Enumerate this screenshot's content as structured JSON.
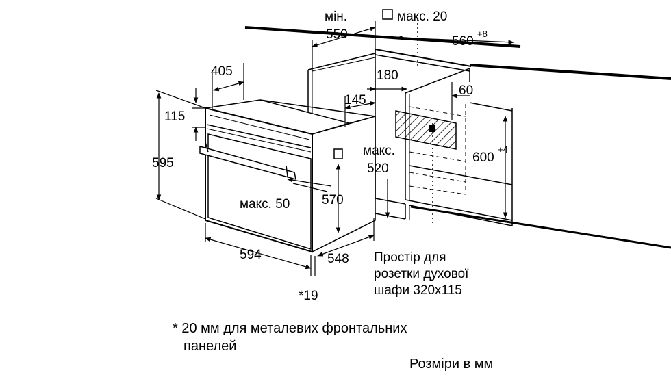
{
  "dimensions": {
    "min_label": "мін.",
    "d550": "550",
    "max20": "макс. 20",
    "d560": "560",
    "d560_tol": "+8",
    "d405": "405",
    "d180": "180",
    "d145": "145",
    "d60": "60",
    "d115": "115",
    "d595": "595",
    "max_label": "макс.",
    "d520": "520",
    "d600": "600",
    "d600_tol": "+4",
    "max50": "макс. 50",
    "d570": "570",
    "d594": "594",
    "d548": "548",
    "d19": "*19"
  },
  "socket_note": [
    "Простір для",
    "розетки духової",
    "шафи 320x115"
  ],
  "footnote": {
    "line1": "* 20 мм для металевих фронтальних",
    "line2": "панелей"
  },
  "units_note": "Розміри в мм"
}
